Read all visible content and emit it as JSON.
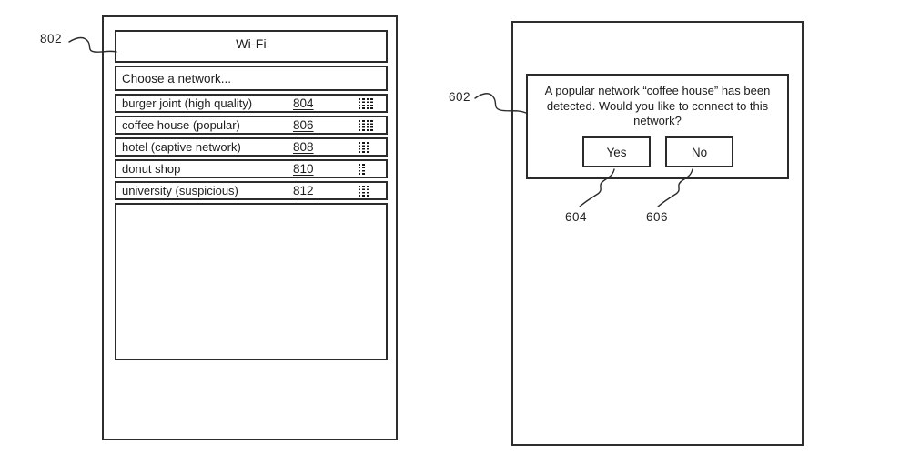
{
  "left_screen": {
    "ref_label": "802",
    "title": "Wi-Fi",
    "prompt": "Choose a network...",
    "networks": [
      {
        "name": "burger joint (high quality)",
        "ref": "804",
        "signal_bars": 4
      },
      {
        "name": "coffee house (popular)",
        "ref": "806",
        "signal_bars": 4
      },
      {
        "name": "hotel (captive network)",
        "ref": "808",
        "signal_bars": 3
      },
      {
        "name": "donut shop",
        "ref": "810",
        "signal_bars": 2
      },
      {
        "name": "university (suspicious)",
        "ref": "812",
        "signal_bars": 3
      }
    ]
  },
  "right_screen": {
    "ref_label": "602",
    "dialog": {
      "message": "A popular network “coffee house” has been detected. Would you like to connect to this network?",
      "yes_label": "Yes",
      "no_label": "No",
      "yes_ref": "604",
      "no_ref": "606"
    }
  },
  "colors": {
    "ink": "#1d1d1d",
    "border": "#2b2b2b",
    "background": "#ffffff"
  }
}
